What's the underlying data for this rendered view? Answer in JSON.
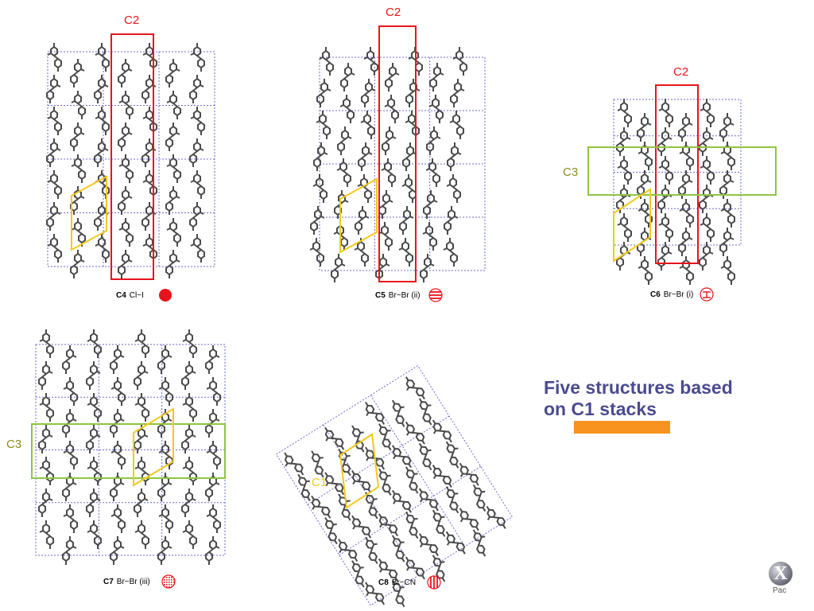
{
  "summary": {
    "line1": "Five structures based",
    "line2": "on C1 stacks"
  },
  "logo": {
    "letter": "X",
    "subtext": "Pac"
  },
  "colors": {
    "cell_outline": "#6b6bd6",
    "molecule": "#4a4a4a",
    "c2_box": "#e8141b",
    "c3_box": "#8ec63f",
    "c1_box": "#f2c91d",
    "summary_text": "#4b4b8f",
    "highlight": "#f7931e"
  },
  "panels": [
    {
      "id": "C4",
      "code": "C4",
      "interaction": "Cl~I",
      "symbol": "solid-red-circle-icon",
      "boxes": [
        "C2"
      ]
    },
    {
      "id": "C5",
      "code": "C5",
      "interaction": "Br~Br (ii)",
      "symbol": "horizontal-striped-circle-icon",
      "boxes": [
        "C2"
      ]
    },
    {
      "id": "C6",
      "code": "C6",
      "interaction": "Br~Br (i)",
      "symbol": "bracket-circle-icon",
      "boxes": [
        "C2",
        "C3"
      ]
    },
    {
      "id": "C7",
      "code": "C7",
      "interaction": "Br~Br (iii)",
      "symbol": "dotted-circle-icon",
      "boxes": [
        "C3"
      ]
    },
    {
      "id": "C8",
      "code": "C8",
      "interaction": "Br~CN",
      "symbol": "vertical-striped-circle-icon",
      "boxes": [
        "C1"
      ]
    }
  ],
  "box_labels": {
    "c4_c2": "C2",
    "c5_c2": "C2",
    "c6_c2": "C2",
    "c6_c3": "C3",
    "c7_c3": "C3",
    "c8_c1": "C1"
  }
}
